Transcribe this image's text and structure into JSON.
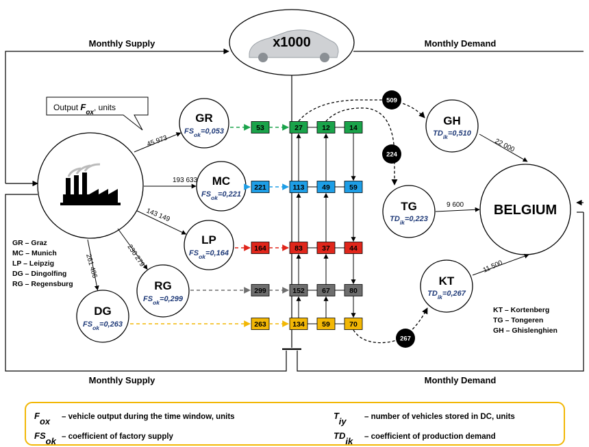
{
  "colors": {
    "green": "#1aa34a",
    "blue": "#1e9ee6",
    "red": "#e0261b",
    "gray": "#6e6e6e",
    "yellow": "#f2b705",
    "dark_blue_text": "#1f3a78",
    "legend_border": "#f2b705",
    "black": "#000000"
  },
  "header": {
    "supply_top": "Monthly Supply",
    "demand_top": "Monthly Demand",
    "supply_bottom": "Monthly Supply",
    "demand_bottom": "Monthly Demand",
    "car_label": "x1000",
    "car_icon": "car-icon"
  },
  "factory": {
    "icon": "factory-icon",
    "callout_prefix": "Output ",
    "callout_symbol": "F",
    "callout_sub": "ox",
    "callout_suffix": ", units"
  },
  "plants": [
    {
      "abbr": "GR",
      "coef": "0,053",
      "flow": "45 973",
      "box": "53",
      "color": "green"
    },
    {
      "abbr": "MC",
      "coef": "0,221",
      "flow": "193 633",
      "box": "221",
      "color": "blue"
    },
    {
      "abbr": "LP",
      "coef": "0,164",
      "flow": "143 149",
      "box": "164",
      "color": "red"
    },
    {
      "abbr": "RG",
      "coef": "0,299",
      "flow": "230 279",
      "box": "299",
      "color": "gray"
    },
    {
      "abbr": "DG",
      "coef": "0,263",
      "flow": "261 486",
      "box": "263",
      "color": "yellow"
    }
  ],
  "coef_fs_symbol": "FS",
  "coef_fs_sub": "ok",
  "coef_td_symbol": "TD",
  "coef_td_sub": "ik",
  "plant_legend": [
    "GR – Graz",
    "MC – Munich",
    "LP – Leipzig",
    "DG – Dingolfing",
    "RG – Regensburg"
  ],
  "warehouse_grid": [
    [
      "27",
      "12",
      "14"
    ],
    [
      "113",
      "49",
      "59"
    ],
    [
      "83",
      "37",
      "44"
    ],
    [
      "152",
      "67",
      "80"
    ],
    [
      "134",
      "59",
      "70"
    ]
  ],
  "transfers": [
    "509",
    "224",
    "267"
  ],
  "belgium": {
    "label": "BELGIUM",
    "centers": [
      {
        "abbr": "GH",
        "coef": "0,510",
        "flow": "22 000"
      },
      {
        "abbr": "TG",
        "coef": "0,223",
        "flow": "9 600"
      },
      {
        "abbr": "KT",
        "coef": "0,267",
        "flow": "11 500"
      }
    ],
    "legend": [
      "KT – Kortenberg",
      "TG – Tongeren",
      "GH – Ghislenghien"
    ]
  },
  "definitions": [
    {
      "symbol": "F",
      "sub": "ox",
      "text": "– vehicle output during the time window, units"
    },
    {
      "symbol": "FS",
      "sub": "ok",
      "text": "– coefficient of factory supply"
    },
    {
      "symbol": "T",
      "sub": "iy",
      "text": "– number of vehicles stored in DC, units"
    },
    {
      "symbol": "TD",
      "sub": "ik",
      "text": "– coefficient of production demand"
    }
  ]
}
